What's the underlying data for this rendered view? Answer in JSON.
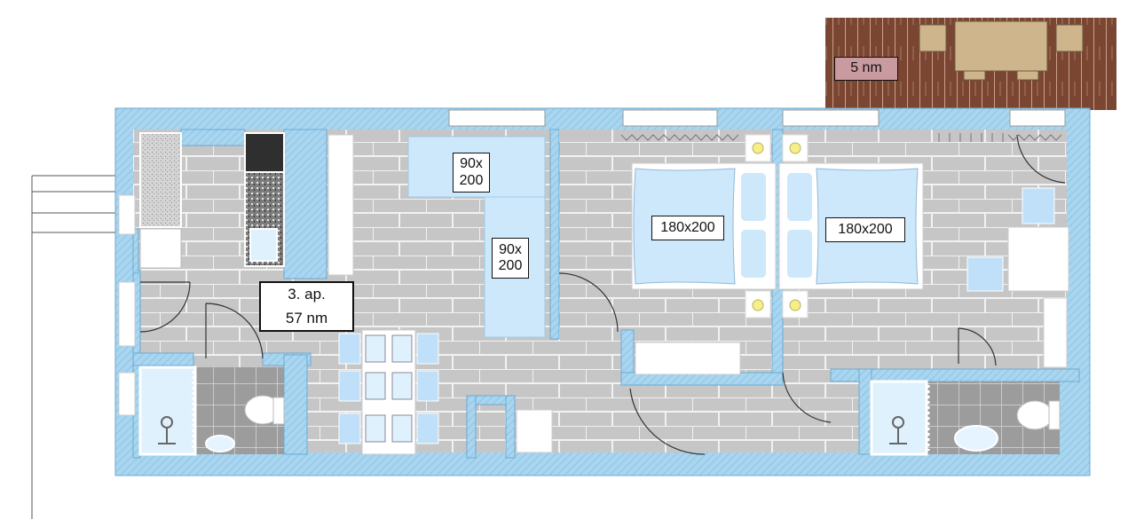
{
  "apartment": {
    "name": "3. ap.",
    "area": "57 nm"
  },
  "terrace": {
    "area": "5 nm"
  },
  "beds": [
    {
      "size": "90x\n200"
    },
    {
      "size": "90x\n200"
    },
    {
      "size": "180x200"
    },
    {
      "size": "180x200"
    }
  ],
  "colors": {
    "wall": "#a9d5ef",
    "floor": "#c8c8c8",
    "tile_dark": "#9a9a9a",
    "bed": "#cde8fb",
    "terrace_wood": "#7a4632",
    "terrace_label_bg": "#c99aa0"
  }
}
